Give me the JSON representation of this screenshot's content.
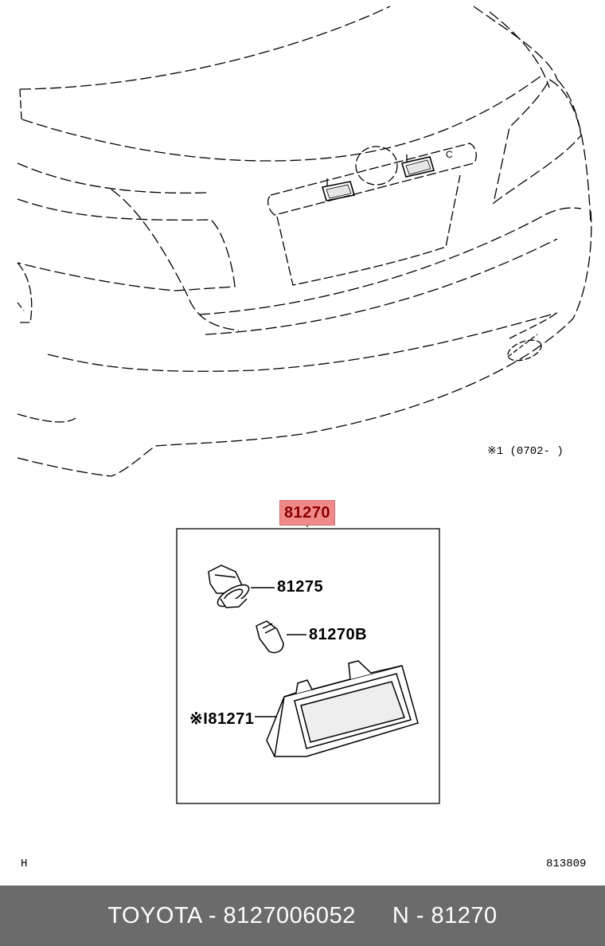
{
  "diagram": {
    "note_applicability": "※1 (0702-  )",
    "main_part_number": "81270",
    "parts": [
      {
        "number": "81275"
      },
      {
        "number": "81270B"
      },
      {
        "number": "※I81271"
      }
    ],
    "corner_left": "H",
    "corner_right": "813809"
  },
  "footer": {
    "brand_part": "TOYOTA - 8127006052",
    "ref": "N - 81270"
  },
  "colors": {
    "highlight": "#f08a8a",
    "highlight_text": "#8b0000",
    "footer_bg": "#6b6b6b"
  }
}
